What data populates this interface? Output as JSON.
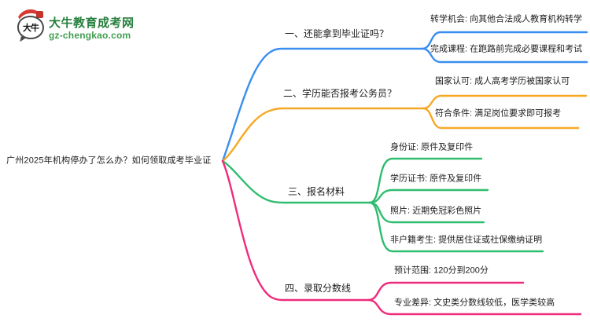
{
  "logo": {
    "icon_chars": "大牛",
    "site_name": "大牛教育成考网",
    "site_url": "gz-chengkao.com"
  },
  "colors": {
    "blue": "#3a8ef0",
    "orange": "#f7a823",
    "green": "#2dbd6e",
    "pink": "#ef2b7c",
    "logo_green": "#27803d",
    "logo_red": "#d63a31"
  },
  "root_topic": "广州2025年机构停办了怎么办？如何领取成考毕业证",
  "branches": [
    {
      "label": "一、还能拿到毕业证吗？",
      "color": "#3a8ef0",
      "children": [
        "转学机会: 向其他合法成人教育机构转学",
        "完成课程: 在跑路前完成必要课程和考试"
      ]
    },
    {
      "label": "二、学历能否报考公务员？",
      "color": "#f7a823",
      "children": [
        "国家认可: 成人高考学历被国家认可",
        "符合条件: 满足岗位要求即可报考"
      ]
    },
    {
      "label": "三、报名材料",
      "color": "#2dbd6e",
      "children": [
        "身份证: 原件及复印件",
        "学历证书: 原件及复印件",
        "照片: 近期免冠彩色照片",
        "非户籍考生: 提供居住证或社保缴纳证明"
      ]
    },
    {
      "label": "四、录取分数线",
      "color": "#ef2b7c",
      "children": [
        "预计范围: 120分到200分",
        "专业差异: 文史类分数线较低，医学类较高"
      ]
    }
  ]
}
